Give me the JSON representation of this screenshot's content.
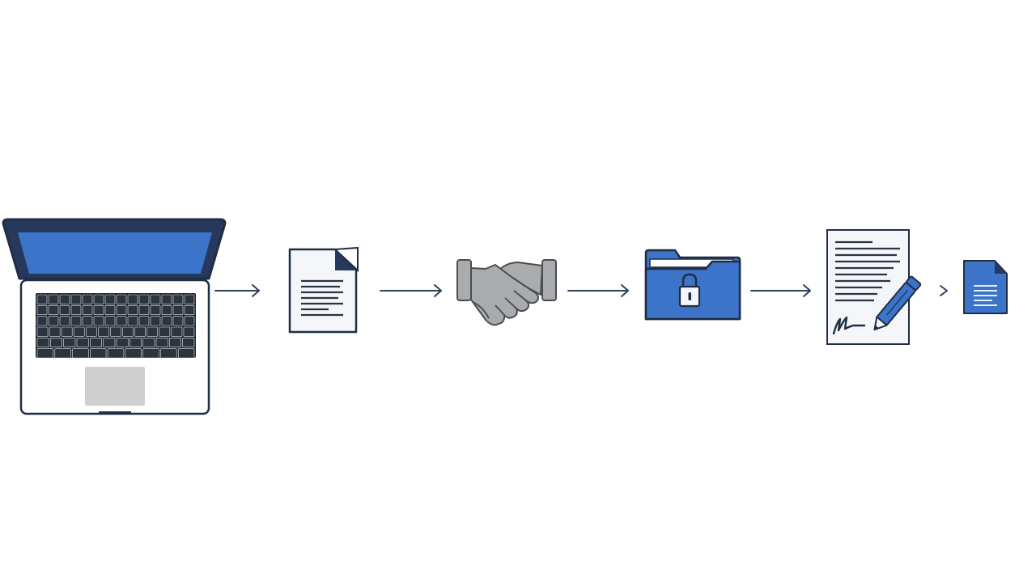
{
  "diagram": {
    "steps": [
      {
        "id": "laptop",
        "icon": "laptop-icon"
      },
      {
        "id": "document",
        "icon": "document-icon"
      },
      {
        "id": "agreement",
        "icon": "handshake-icon"
      },
      {
        "id": "secure-storage",
        "icon": "locked-folder-icon"
      },
      {
        "id": "signature",
        "icon": "signed-contract-pen-icon"
      },
      {
        "id": "final-document",
        "icon": "blue-document-icon"
      }
    ],
    "connectors": [
      {
        "from": "laptop",
        "to": "document",
        "icon": "arrow-right-icon"
      },
      {
        "from": "document",
        "to": "agreement",
        "icon": "arrow-right-icon"
      },
      {
        "from": "agreement",
        "to": "secure-storage",
        "icon": "arrow-right-icon"
      },
      {
        "from": "secure-storage",
        "to": "signature",
        "icon": "arrow-right-icon"
      },
      {
        "from": "signature",
        "to": "final-document",
        "icon": "chevron-right-icon"
      }
    ],
    "colors": {
      "outline": "#1f2e45",
      "accent_blue": "#3b74c9",
      "frame_navy": "#26395c",
      "paper": "#f4f6f9",
      "gray_fill": "#a9abad",
      "gray_dark": "#5c5f62",
      "trackpad": "#cfcfd0",
      "arrow": "#2e3f5c"
    }
  }
}
